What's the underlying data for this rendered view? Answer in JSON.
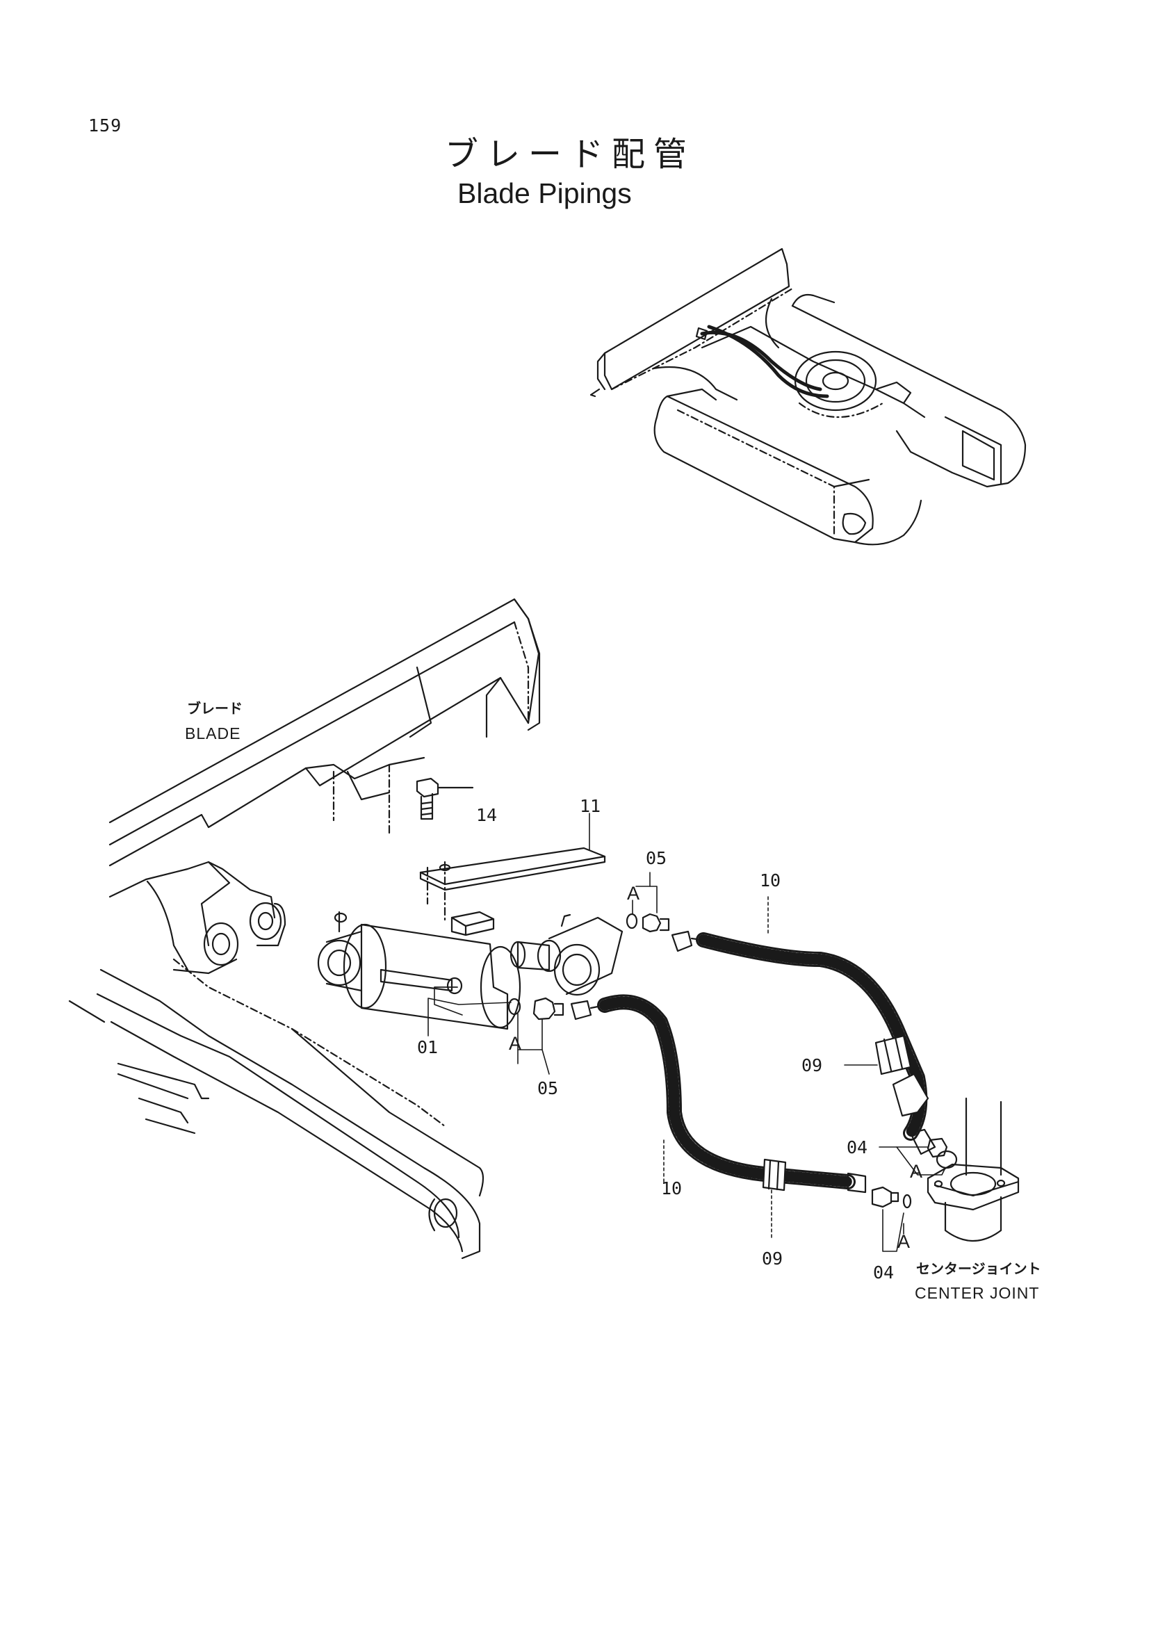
{
  "page": {
    "number": "159"
  },
  "title": {
    "japanese": "ブレード配管",
    "english": "Blade Pipings"
  },
  "labels": {
    "blade_jp": "ブレード",
    "blade_en": "BLADE",
    "center_joint_jp": "センタージョイント",
    "center_joint_en": "CENTER  JOINT"
  },
  "parts": {
    "p14": "14",
    "p11": "11",
    "p05_top": "05",
    "p10_top": "10",
    "p01": "01",
    "p05_bottom": "05",
    "p09_right": "09",
    "p04_top": "04",
    "p10_bottom": "10",
    "p09_bottom": "09",
    "p04_bottom": "04"
  },
  "detail_refs": {
    "a_top": "A",
    "a_bottom": "A",
    "a_right_top": "A",
    "a_right_bottom": "A"
  }
}
